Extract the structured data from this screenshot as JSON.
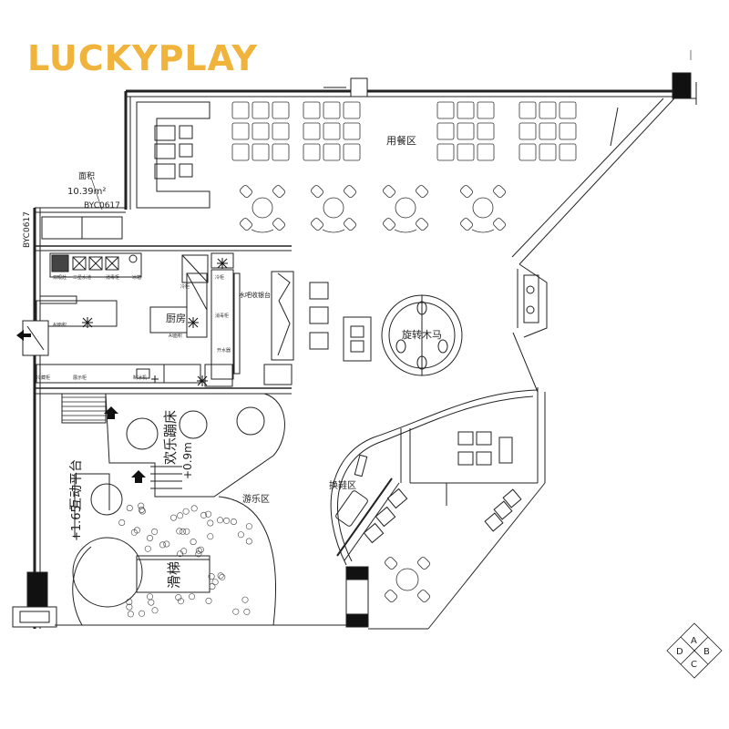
{
  "brand": {
    "logo_text": "LUCKYPLAY",
    "logo_color": "#f0b33c"
  },
  "rooms": {
    "dining": "用餐区",
    "carousel": "旋转木马",
    "kitchen": "厨房",
    "bar": "水吧收银台",
    "shoes": "换鞋区",
    "play": "游乐区",
    "trampoline": "欢乐蹦床",
    "trampoline_level": "+0.9m",
    "platform": "互动平台",
    "platform_level": "+1.65",
    "slide": "滑梯"
  },
  "annotations": {
    "area_name": "面积",
    "area_value": "10.39m²",
    "code_left": "BYC0617",
    "code_top": "BYC0617"
  },
  "kitchen_labels": [
    "双眼灶",
    "三星水池",
    "消毒柜",
    "冰箱",
    "冷柜",
    "冷柜",
    "开水器",
    "AI面积",
    "AI面积",
    "消毒柜",
    "制冰机",
    "冷藏柜",
    "展示柜"
  ],
  "compass": [
    "A",
    "B",
    "C",
    "D"
  ]
}
